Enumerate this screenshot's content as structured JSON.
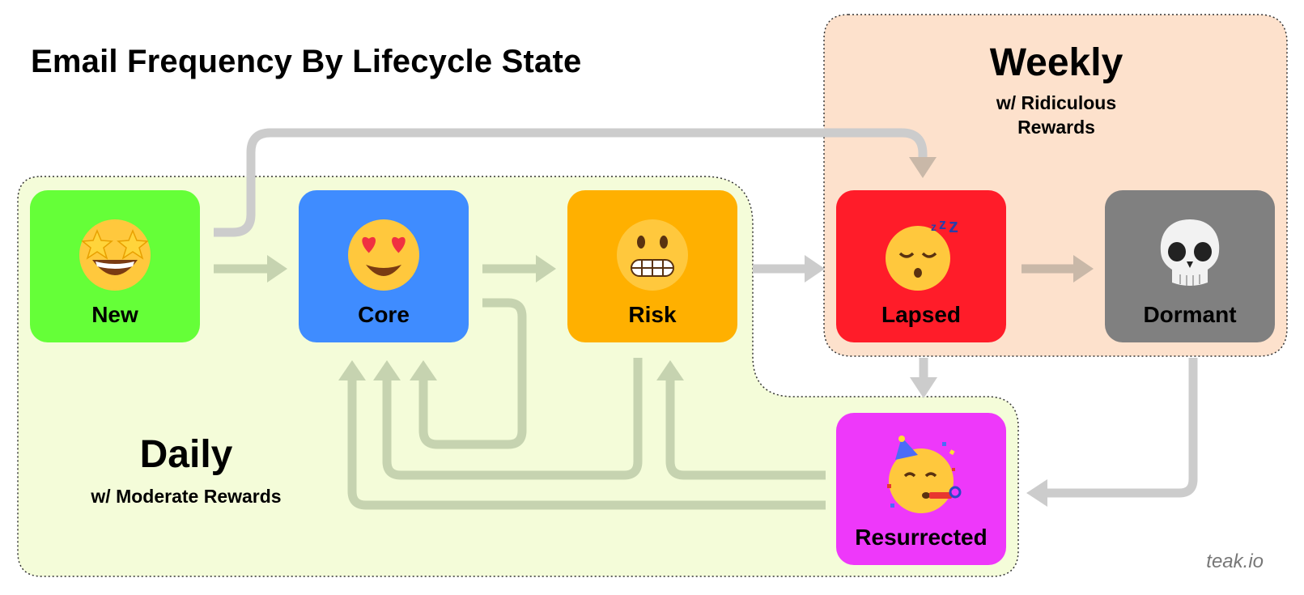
{
  "title": "Email Frequency By Lifecycle State",
  "regions": {
    "daily": {
      "title": "Daily",
      "subtitle": "w/ Moderate Rewards",
      "color": "#f4fcd9"
    },
    "weekly": {
      "title": "Weekly",
      "subtitle_line1": "w/ Ridiculous",
      "subtitle_line2": "Rewards",
      "color": "#fde1cc"
    }
  },
  "nodes": {
    "new": {
      "label": "New",
      "color": "#65ff38",
      "icon": "star-struck-face-icon"
    },
    "core": {
      "label": "Core",
      "color": "#3f8cff",
      "icon": "heart-eyes-face-icon"
    },
    "risk": {
      "label": "Risk",
      "color": "#ffb000",
      "icon": "grimacing-face-icon"
    },
    "lapsed": {
      "label": "Lapsed",
      "color": "#ff1c29",
      "icon": "sleeping-face-icon"
    },
    "dormant": {
      "label": "Dormant",
      "color": "#808080",
      "icon": "skull-icon"
    },
    "resurrected": {
      "label": "Resurrected",
      "color": "#ee38fa",
      "icon": "partying-face-icon"
    }
  },
  "edges": [
    {
      "from": "New",
      "to": "Core"
    },
    {
      "from": "New",
      "to": "Lapsed"
    },
    {
      "from": "Core",
      "to": "Risk"
    },
    {
      "from": "Core",
      "to": "Core"
    },
    {
      "from": "Risk",
      "to": "Lapsed"
    },
    {
      "from": "Risk",
      "to": "Core"
    },
    {
      "from": "Lapsed",
      "to": "Dormant"
    },
    {
      "from": "Lapsed",
      "to": "Resurrected"
    },
    {
      "from": "Dormant",
      "to": "Resurrected"
    },
    {
      "from": "Resurrected",
      "to": "Core"
    },
    {
      "from": "Resurrected",
      "to": "Risk"
    }
  ],
  "arrow_colors": {
    "default": "#cccccc",
    "daily": "#c6d3b0",
    "weekly": "#c9b8a8"
  },
  "watermark": "teak.io"
}
